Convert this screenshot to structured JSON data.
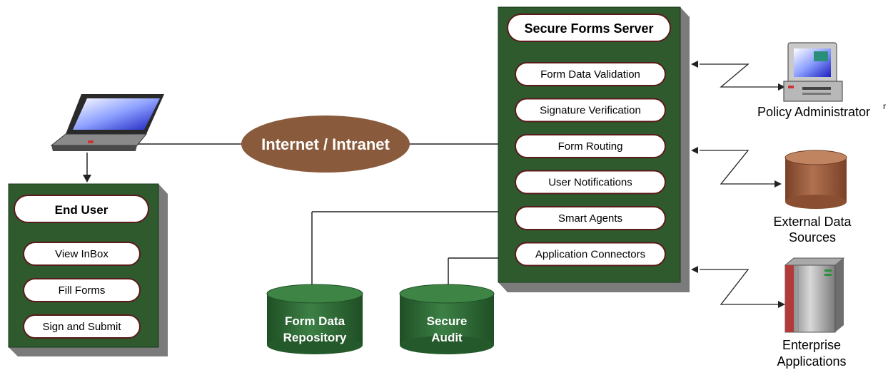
{
  "end_user": {
    "title": "End User",
    "items": [
      "View InBox",
      "Fill Forms",
      "Sign and Submit"
    ]
  },
  "network": {
    "label": "Internet / Intranet"
  },
  "server": {
    "title": "Secure Forms Server",
    "items": [
      "Form Data Validation",
      "Signature Verification",
      "Form Routing",
      "User Notifications",
      "Smart Agents",
      "Application Connectors"
    ]
  },
  "repositories": {
    "form_data": [
      "Form Data",
      "Repository"
    ],
    "secure_audit": [
      "Secure",
      "Audit"
    ]
  },
  "external": {
    "policy_admin": "Policy Administrator",
    "policy_admin_mark": "r",
    "data_sources": [
      "External Data",
      "Sources"
    ],
    "enterprise_apps": [
      "Enterprise",
      "Applications"
    ]
  },
  "colors": {
    "box_green": "#2e5a2e",
    "box_shadow": "#7a7a7a",
    "cloud_brown": "#8a5a3c",
    "cylinder_green": "#2f6b35",
    "db_brown": "#9a5e3e"
  }
}
